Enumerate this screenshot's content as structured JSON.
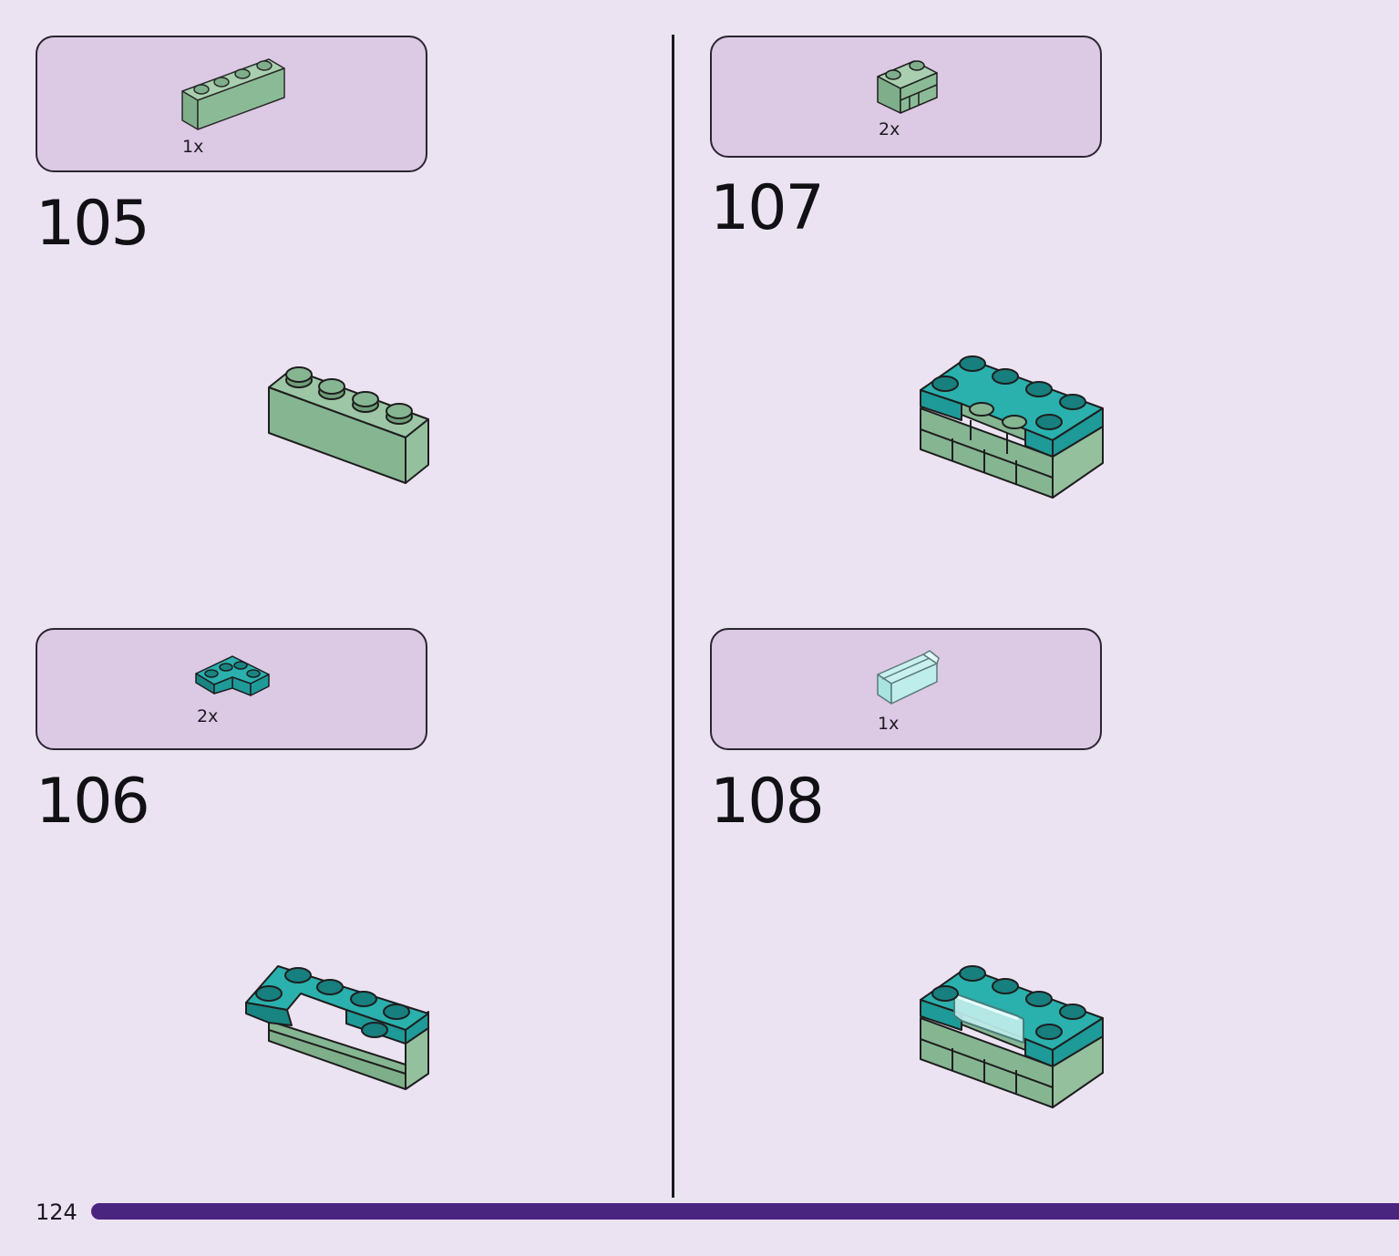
{
  "page_number": "124",
  "steps": [
    {
      "number": "105",
      "quantity": "1x",
      "part": "brick-1x4-sand-green"
    },
    {
      "number": "106",
      "quantity": "2x",
      "part": "plate-2x2-corner-teal"
    },
    {
      "number": "107",
      "quantity": "2x",
      "part": "brick-masonry-sand-green"
    },
    {
      "number": "108",
      "quantity": "1x",
      "part": "panel-1x2-trans-light-blue"
    }
  ],
  "colors": {
    "background": "#ECE3F2",
    "parts_box": "#DCC9E4",
    "sand_green": "#86B592",
    "teal": "#1E9A98",
    "trans_light_blue": "#BFEDEB",
    "progress_bar": "#4A2580"
  }
}
